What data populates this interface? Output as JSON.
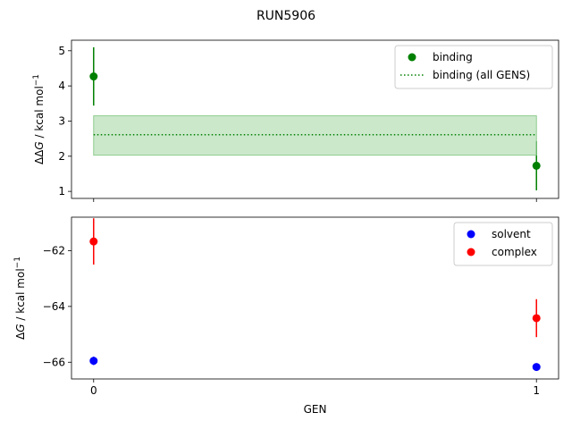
{
  "chart_data": {
    "type": "scatter",
    "title": "RUN5906",
    "xlabel": "GEN",
    "xticks": [
      0,
      1
    ],
    "panels": [
      {
        "id": "top",
        "ylabel": {
          "prefix": "ΔΔ",
          "italic": "G",
          "unit": " / kcal mol",
          "sup": "−1"
        },
        "ylim": [
          0.8,
          5.3
        ],
        "yticks": [
          1,
          2,
          3,
          4,
          5
        ],
        "legend_position": "top-right",
        "series": [
          {
            "name": "binding",
            "kind": "errorbar",
            "color": "#008000",
            "x": [
              0,
              1
            ],
            "y": [
              4.27,
              1.73
            ],
            "err": [
              0.83,
              0.7
            ]
          },
          {
            "name": "binding (all GENS)",
            "kind": "hline-band",
            "color": "#008000",
            "fill": "#a9d8a9",
            "x_range": [
              0,
              1
            ],
            "y": 2.61,
            "band": [
              2.03,
              3.15
            ]
          }
        ]
      },
      {
        "id": "bottom",
        "ylabel": {
          "prefix": "Δ",
          "italic": "G",
          "unit": " / kcal mol",
          "sup": "−1"
        },
        "ylim": [
          -66.6,
          -60.8
        ],
        "yticks": [
          -66,
          -64,
          -62
        ],
        "ytick_labels": [
          "−66",
          "−64",
          "−62"
        ],
        "legend_position": "top-right",
        "series": [
          {
            "name": "solvent",
            "kind": "errorbar",
            "color": "#0000ff",
            "x": [
              0,
              1
            ],
            "y": [
              -65.95,
              -66.17
            ],
            "err": [
              0.15,
              0.13
            ]
          },
          {
            "name": "complex",
            "kind": "errorbar",
            "color": "#ff0000",
            "x": [
              0,
              1
            ],
            "y": [
              -61.67,
              -64.42
            ],
            "err": [
              0.83,
              0.68
            ]
          }
        ]
      }
    ]
  }
}
